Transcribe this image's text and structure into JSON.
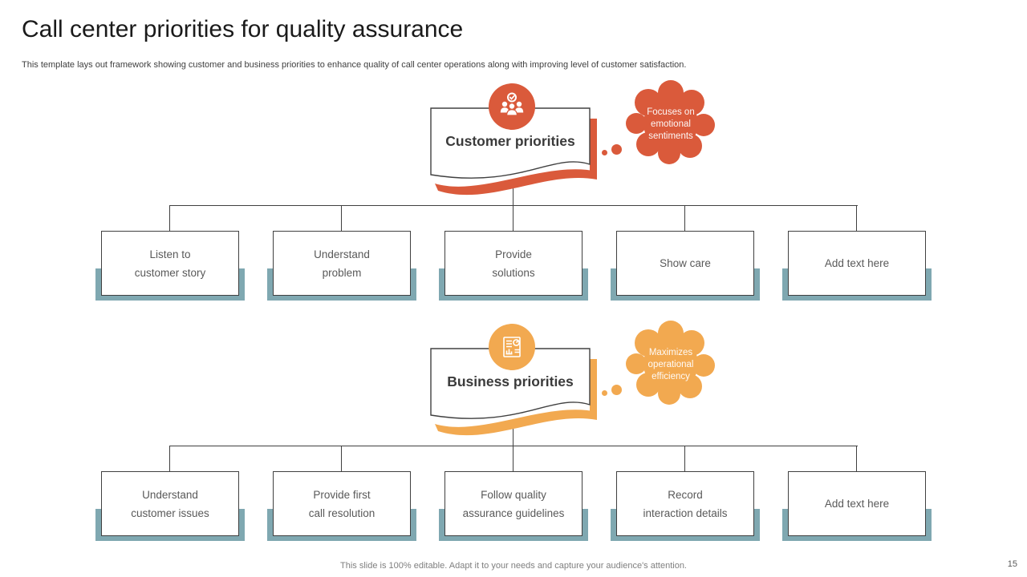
{
  "slide": {
    "title": "Call center priorities for quality assurance",
    "subtitle": "This template lays out framework showing customer and business priorities to enhance quality of call center operations along with improving level of customer satisfaction.",
    "footer": "This slide is 100% editable. Adapt it to your needs and capture your audience's attention.",
    "page_number": "15"
  },
  "colors": {
    "customer_accent": "#DA5A3B",
    "business_accent": "#F2A950",
    "child_shadow": "#7FA8B1",
    "box_border": "#404040",
    "box_text": "#595959"
  },
  "sections": {
    "customer": {
      "title": "Customer priorities",
      "icon": "team-check-icon",
      "bubble": "Focuses on\nemotional\nsentiments",
      "children": [
        "Listen to\ncustomer story",
        "Understand\nproblem",
        "Provide\nsolutions",
        "Show care",
        "Add text here"
      ]
    },
    "business": {
      "title": "Business priorities",
      "icon": "report-chart-icon",
      "bubble": "Maximizes\noperational\nefficiency",
      "children": [
        "Understand\ncustomer issues",
        "Provide first\ncall resolution",
        "Follow quality\nassurance guidelines",
        "Record\ninteraction details",
        "Add text here"
      ]
    }
  }
}
